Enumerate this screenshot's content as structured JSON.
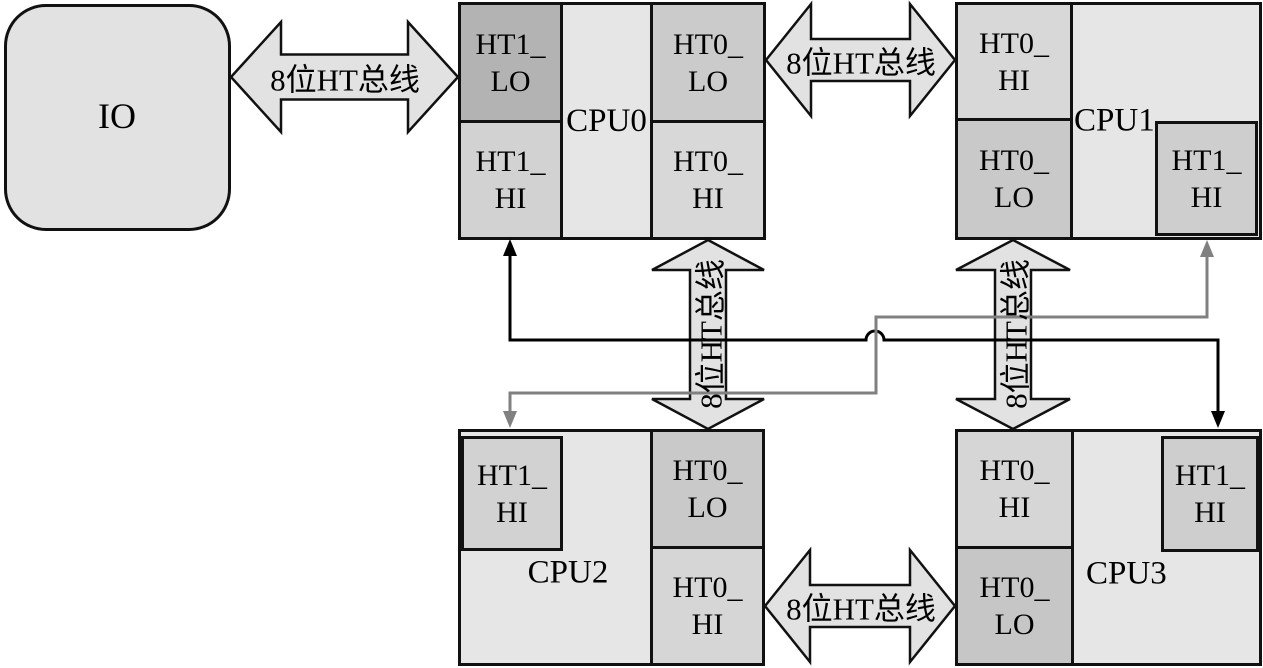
{
  "nodes": {
    "io": {
      "label": "IO"
    },
    "cpu0": {
      "label": "CPU0",
      "ports": {
        "ht1_lo": "HT1_\nLO",
        "ht1_hi": "HT1_\nHI",
        "ht0_lo": "HT0_\nLO",
        "ht0_hi": "HT0_\nHI"
      }
    },
    "cpu1": {
      "label": "CPU1",
      "ports": {
        "ht0_hi": "HT0_\nHI",
        "ht0_lo": "HT0_\nLO",
        "ht1_hi": "HT1_\nHI"
      }
    },
    "cpu2": {
      "label": "CPU2",
      "ports": {
        "ht1_hi": "HT1_\nHI",
        "ht0_lo": "HT0_\nLO",
        "ht0_hi": "HT0_\nHI"
      }
    },
    "cpu3": {
      "label": "CPU3",
      "ports": {
        "ht0_hi": "HT0_\nHI",
        "ht0_lo": "HT0_\nLO",
        "ht1_hi": "HT1_\nHI"
      }
    }
  },
  "buses": {
    "io_cpu0": "8位HT总线",
    "cpu0_cpu1": "8位HT总线",
    "cpu0_cpu2": "8位HT总线",
    "cpu1_cpu3": "8位HT总线",
    "cpu2_cpu3": "8位HT总线"
  },
  "edges": [
    {
      "from": "IO",
      "to": "CPU0.HT1_LO",
      "kind": "bus-arrow",
      "label": "8位HT总线"
    },
    {
      "from": "CPU0.HT0_LO",
      "to": "CPU1.HT0_HI",
      "kind": "bus-arrow",
      "label": "8位HT总线"
    },
    {
      "from": "CPU0",
      "to": "CPU2",
      "kind": "bus-arrow",
      "label": "8位HT总线"
    },
    {
      "from": "CPU1",
      "to": "CPU3",
      "kind": "bus-arrow",
      "label": "8位HT总线"
    },
    {
      "from": "CPU2.HT0_HI",
      "to": "CPU3.HT0_LO",
      "kind": "bus-arrow",
      "label": "8位HT总线"
    },
    {
      "from": "CPU0.HT1_HI",
      "to": "CPU3.HT1_HI",
      "kind": "polyline",
      "color": "#000000"
    },
    {
      "from": "CPU1.HT1_HI",
      "to": "CPU2.HT1_HI",
      "kind": "polyline",
      "color": "#808080"
    }
  ],
  "palette": {
    "background": "#ffffff",
    "box_border": "#111111",
    "arrow_fill": "#e2e2e2",
    "io_fill": "#e2e2e2",
    "node_fill": "#e6e6e6",
    "link_black": "#000000",
    "link_gray": "#808080",
    "port_fills": {
      "cpu0_ht1_lo": "#b3b3b3",
      "cpu0_ht1_hi": "#d2d2d2",
      "cpu0_ht0_lo": "#cbcbcb",
      "cpu0_ht0_hi": "#d8d8d8",
      "cpu1_ht0_hi": "#d8d8d8",
      "cpu1_ht0_lo": "#c9c9c9",
      "cpu1_ht1_hi": "#cecece",
      "cpu2_ht1_hi": "#d2d2d2",
      "cpu2_ht0_lo": "#c9c9c9",
      "cpu2_ht0_hi": "#d6d6d6",
      "cpu3_ht0_hi": "#d6d6d6",
      "cpu3_ht0_lo": "#c6c6c6",
      "cpu3_ht1_hi": "#cecece"
    }
  }
}
